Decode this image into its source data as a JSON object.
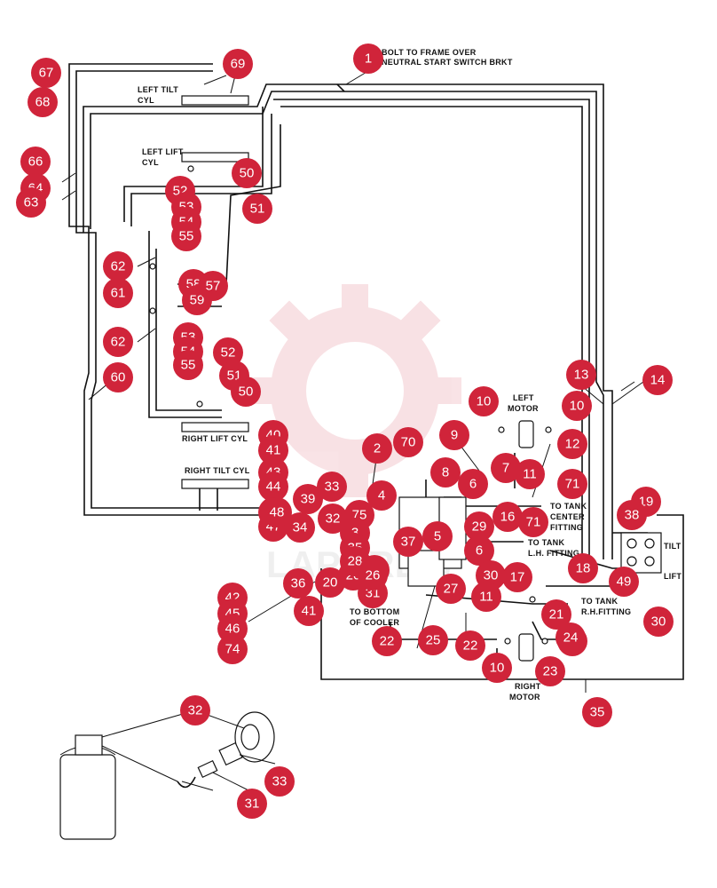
{
  "labels": {
    "bolt_to_frame_1": "BOLT TO FRAME OVER",
    "bolt_to_frame_2": "NEUTRAL START SWITCH BRKT",
    "left_tilt_cyl_1": "LEFT TILT",
    "left_tilt_cyl_2": "CYL",
    "left_lift_cyl_1": "LEFT LIFT",
    "left_lift_cyl_2": "CYL",
    "right_lift_cyl": "RIGHT LIFT CYL",
    "right_tilt_cyl": "RIGHT TILT CYL",
    "left_motor_1": "LEFT",
    "left_motor_2": "MOTOR",
    "right_motor_1": "RIGHT",
    "right_motor_2": "MOTOR",
    "tank_center_1": "TO TANK",
    "tank_center_2": "CENTER",
    "tank_center_3": "FITTING",
    "tank_lh_1": "TO TANK",
    "tank_lh_2": "L.H. FITTING",
    "tank_rh_1": "TO TANK",
    "tank_rh_2": "R.H.FITTING",
    "cooler_1": "TO BOTTOM",
    "cooler_2": "OF COOLER",
    "tilt": "TILT",
    "lift": "LIFT"
  },
  "callouts": [
    "1",
    "69",
    "67",
    "68",
    "66",
    "64",
    "63",
    "50",
    "51",
    "52",
    "53",
    "54",
    "55",
    "62",
    "61",
    "58",
    "59",
    "57",
    "62",
    "53",
    "54",
    "55",
    "52",
    "51",
    "50",
    "60",
    "13",
    "14",
    "10",
    "10",
    "9",
    "12",
    "2",
    "70",
    "8",
    "6",
    "7",
    "11",
    "71",
    "40",
    "41",
    "43",
    "44",
    "46",
    "47",
    "48",
    "39",
    "33",
    "32",
    "4",
    "75",
    "3",
    "16",
    "71",
    "20",
    "19",
    "38",
    "34",
    "35",
    "28",
    "29",
    "5",
    "6",
    "37",
    "36",
    "20",
    "21",
    "30",
    "31",
    "26",
    "27",
    "30",
    "11",
    "17",
    "18",
    "49",
    "41",
    "42",
    "45",
    "46",
    "74",
    "22",
    "25",
    "22",
    "71",
    "21",
    "24",
    "10",
    "23",
    "35",
    "32",
    "33",
    "31"
  ],
  "watermark": "LAPCREW"
}
